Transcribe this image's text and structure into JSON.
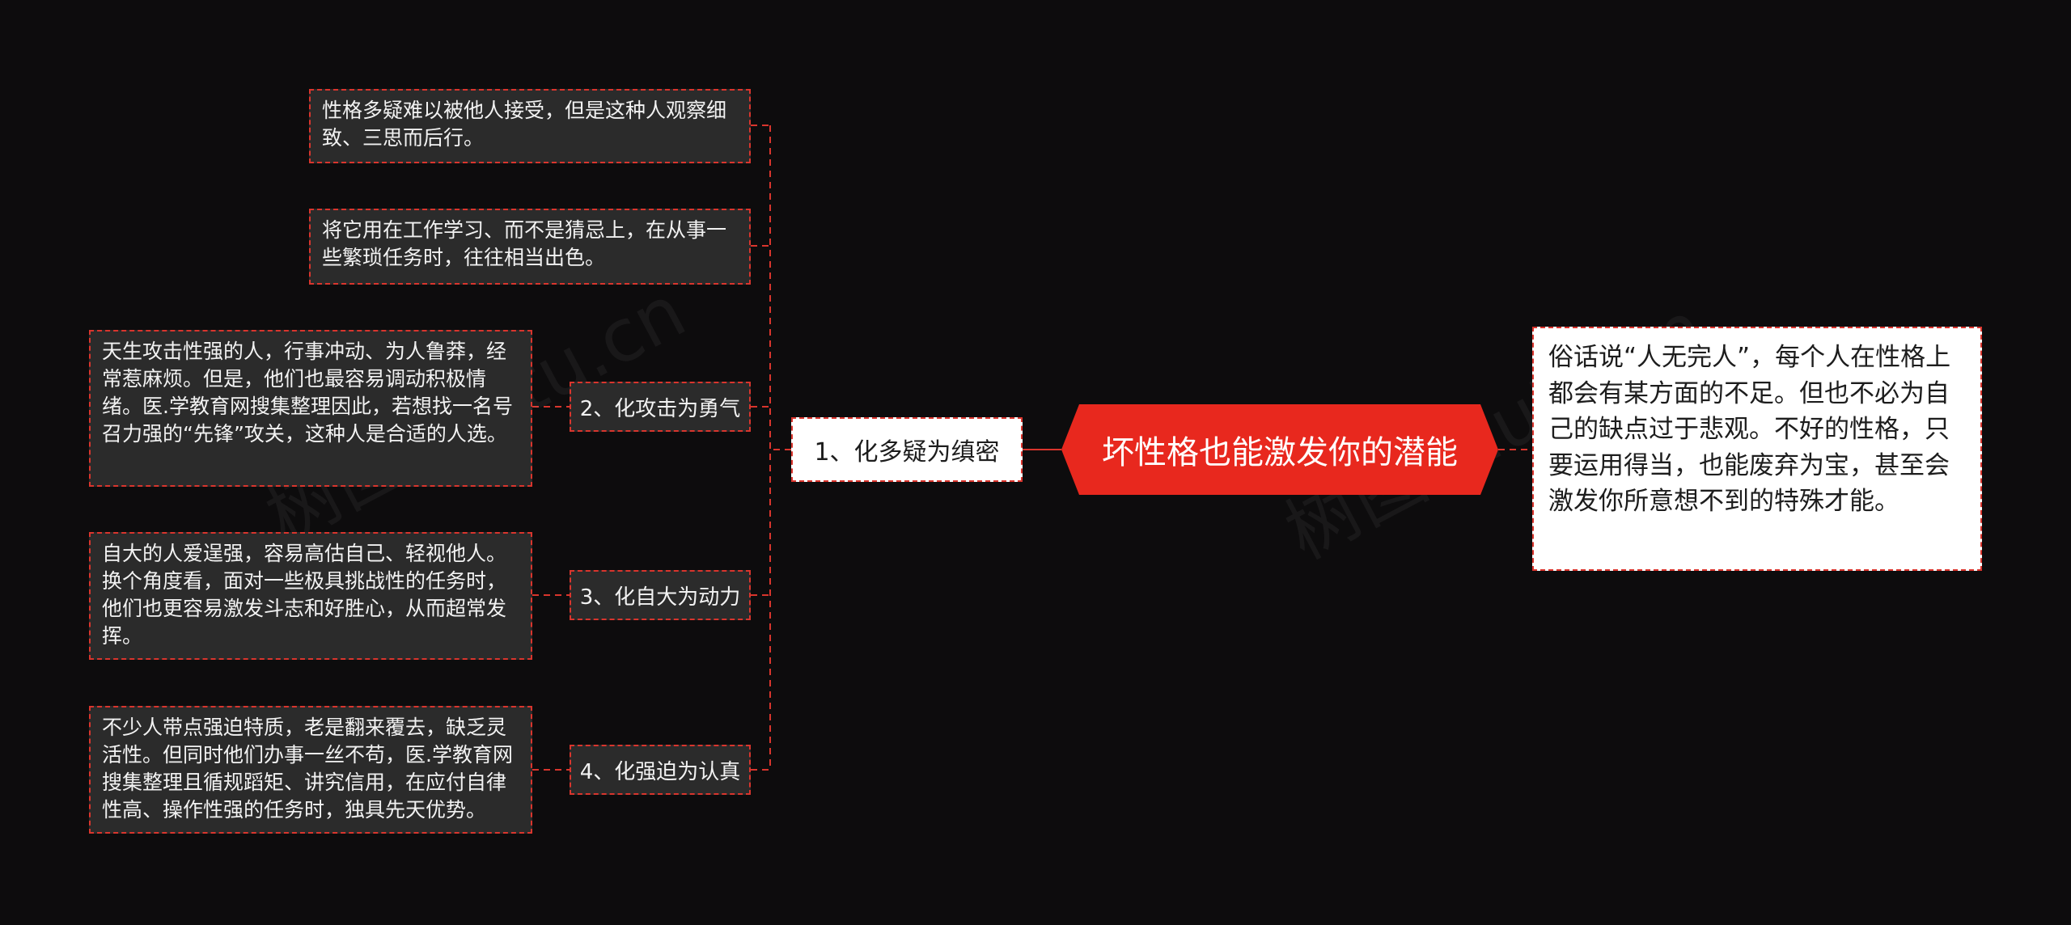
{
  "root": {
    "title": "坏性格也能激发你的潜能"
  },
  "note": {
    "text": "俗话说“人无完人”，每个人在性格上都会有某方面的不足。但也不必为自己的缺点过于悲观。不好的性格，只要运用得当，也能废弃为宝，甚至会激发你所意想不到的特殊才能。"
  },
  "branches": [
    {
      "label": "1、化多疑为缜密",
      "details": [
        "性格多疑难以被他人接受，但是这种人观察细致、三思而后行。",
        "将它用在工作学习、而不是猜忌上，在从事一些繁琐任务时，往往相当出色。"
      ]
    },
    {
      "label": "2、化攻击为勇气",
      "details": [
        "天生攻击性强的人，行事冲动、为人鲁莽，经常惹麻烦。但是，他们也最容易调动积极情绪。医.学教育网搜集整理因此，若想找一名号召力强的“先锋”攻关，这种人是合适的人选。"
      ]
    },
    {
      "label": "3、化自大为动力",
      "details": [
        "自大的人爱逞强，容易高估自己、轻视他人。换个角度看，面对一些极具挑战性的任务时，他们也更容易激发斗志和好胜心，从而超常发挥。"
      ]
    },
    {
      "label": "4、化强迫为认真",
      "details": [
        "不少人带点强迫特质，老是翻来覆去，缺乏灵活性。但同时他们办事一丝不苟，医.学教育网搜集整理且循规蹈矩、讲究信用，在应付自律性高、操作性强的任务时，独具先天优势。"
      ]
    }
  ],
  "watermarks": [
    "树图shutu.cn",
    "树图shutu.cn"
  ],
  "colors": {
    "background": "#0d0c0d",
    "accent": "#e8281e",
    "border": "#d9352d",
    "node_fill": "#2b2b2b"
  }
}
